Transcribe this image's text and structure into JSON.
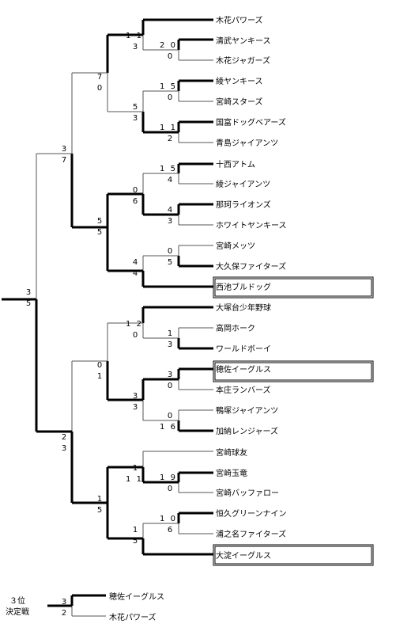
{
  "teams": [
    "木花パワーズ",
    "清武ヤンキース",
    "木花ジャガーズ",
    "綾ヤンキース",
    "宮崎スターズ",
    "国富ドッグベアーズ",
    "青島ジャイアンツ",
    "十西アトム",
    "綾ジャイアンツ",
    "那珂ライオンズ",
    "ホワイトヤンキース",
    "宮崎メッツ",
    "大久保ファイターズ",
    "西池ブルドッグ",
    "大塚台少年野球",
    "高岡ホーク",
    "ワールドボーイ",
    "穂佐イーグルス",
    "本庄ランバーズ",
    "鴨塚ジャイアンツ",
    "加納レンジャーズ",
    "宮崎球友",
    "宮崎玉竜",
    "宮崎バッファロー",
    "恒久グリーンナイン",
    "浦之名ファイターズ",
    "大淀イーグルス"
  ],
  "scores": {
    "m1": [
      "2 0",
      "0"
    ],
    "m2": [
      "1 1",
      "3"
    ],
    "m3": [
      "1 5",
      "0"
    ],
    "m4": [
      "1 1",
      "2"
    ],
    "m5": [
      "5",
      "3"
    ],
    "m6": [
      "7",
      "0"
    ],
    "m7": [
      "1 5",
      "4"
    ],
    "m8": [
      "4",
      "3"
    ],
    "m9": [
      "0",
      "6"
    ],
    "m10": [
      "0",
      "5"
    ],
    "m11": [
      "4",
      "4"
    ],
    "m12": [
      "5",
      "5"
    ],
    "m13": [
      "3",
      "7"
    ],
    "m14": [
      "1",
      "3"
    ],
    "m15": [
      "1 2",
      "0"
    ],
    "m16": [
      "3",
      "0"
    ],
    "m17": [
      "0",
      "1 6"
    ],
    "m18": [
      "3",
      "3"
    ],
    "m19": [
      "0",
      "1"
    ],
    "m20": [
      "1 9",
      "0"
    ],
    "m21": [
      "1",
      "1 1"
    ],
    "m22": [
      "1 0",
      "6"
    ],
    "m23": [
      "1",
      "5"
    ],
    "m24": [
      "1",
      "5"
    ],
    "m25": [
      "2",
      "3"
    ],
    "final": [
      "3",
      "5"
    ]
  },
  "third_place": {
    "label_line1": "３位",
    "label_line2": "決定戦",
    "teams": [
      "穂佐イーグルス",
      "木花パワーズ"
    ],
    "scores": [
      "3",
      "2"
    ]
  }
}
